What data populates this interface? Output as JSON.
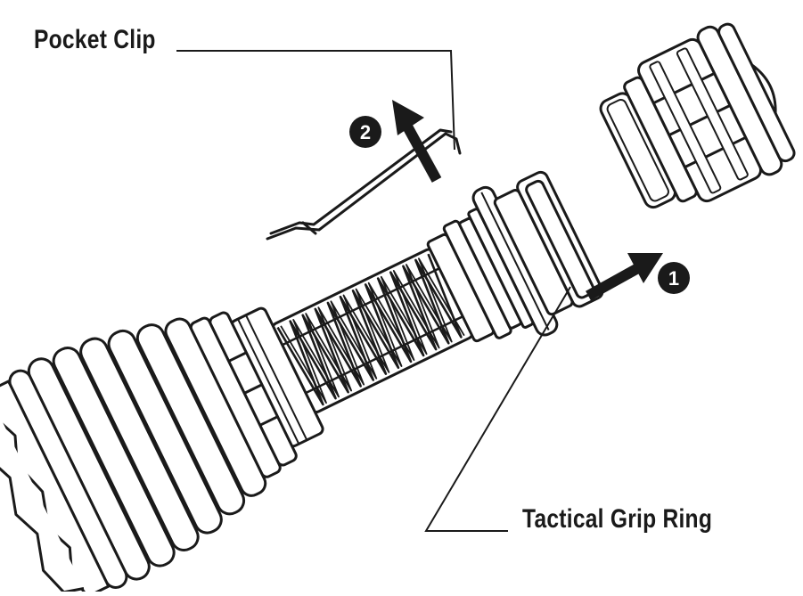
{
  "labels": {
    "pocket_clip": "Pocket Clip",
    "tactical_grip_ring": "Tactical Grip Ring"
  },
  "steps": [
    {
      "number": "1"
    },
    {
      "number": "2"
    }
  ],
  "colors": {
    "ink": "#1a1a1a",
    "background": "#ffffff"
  }
}
